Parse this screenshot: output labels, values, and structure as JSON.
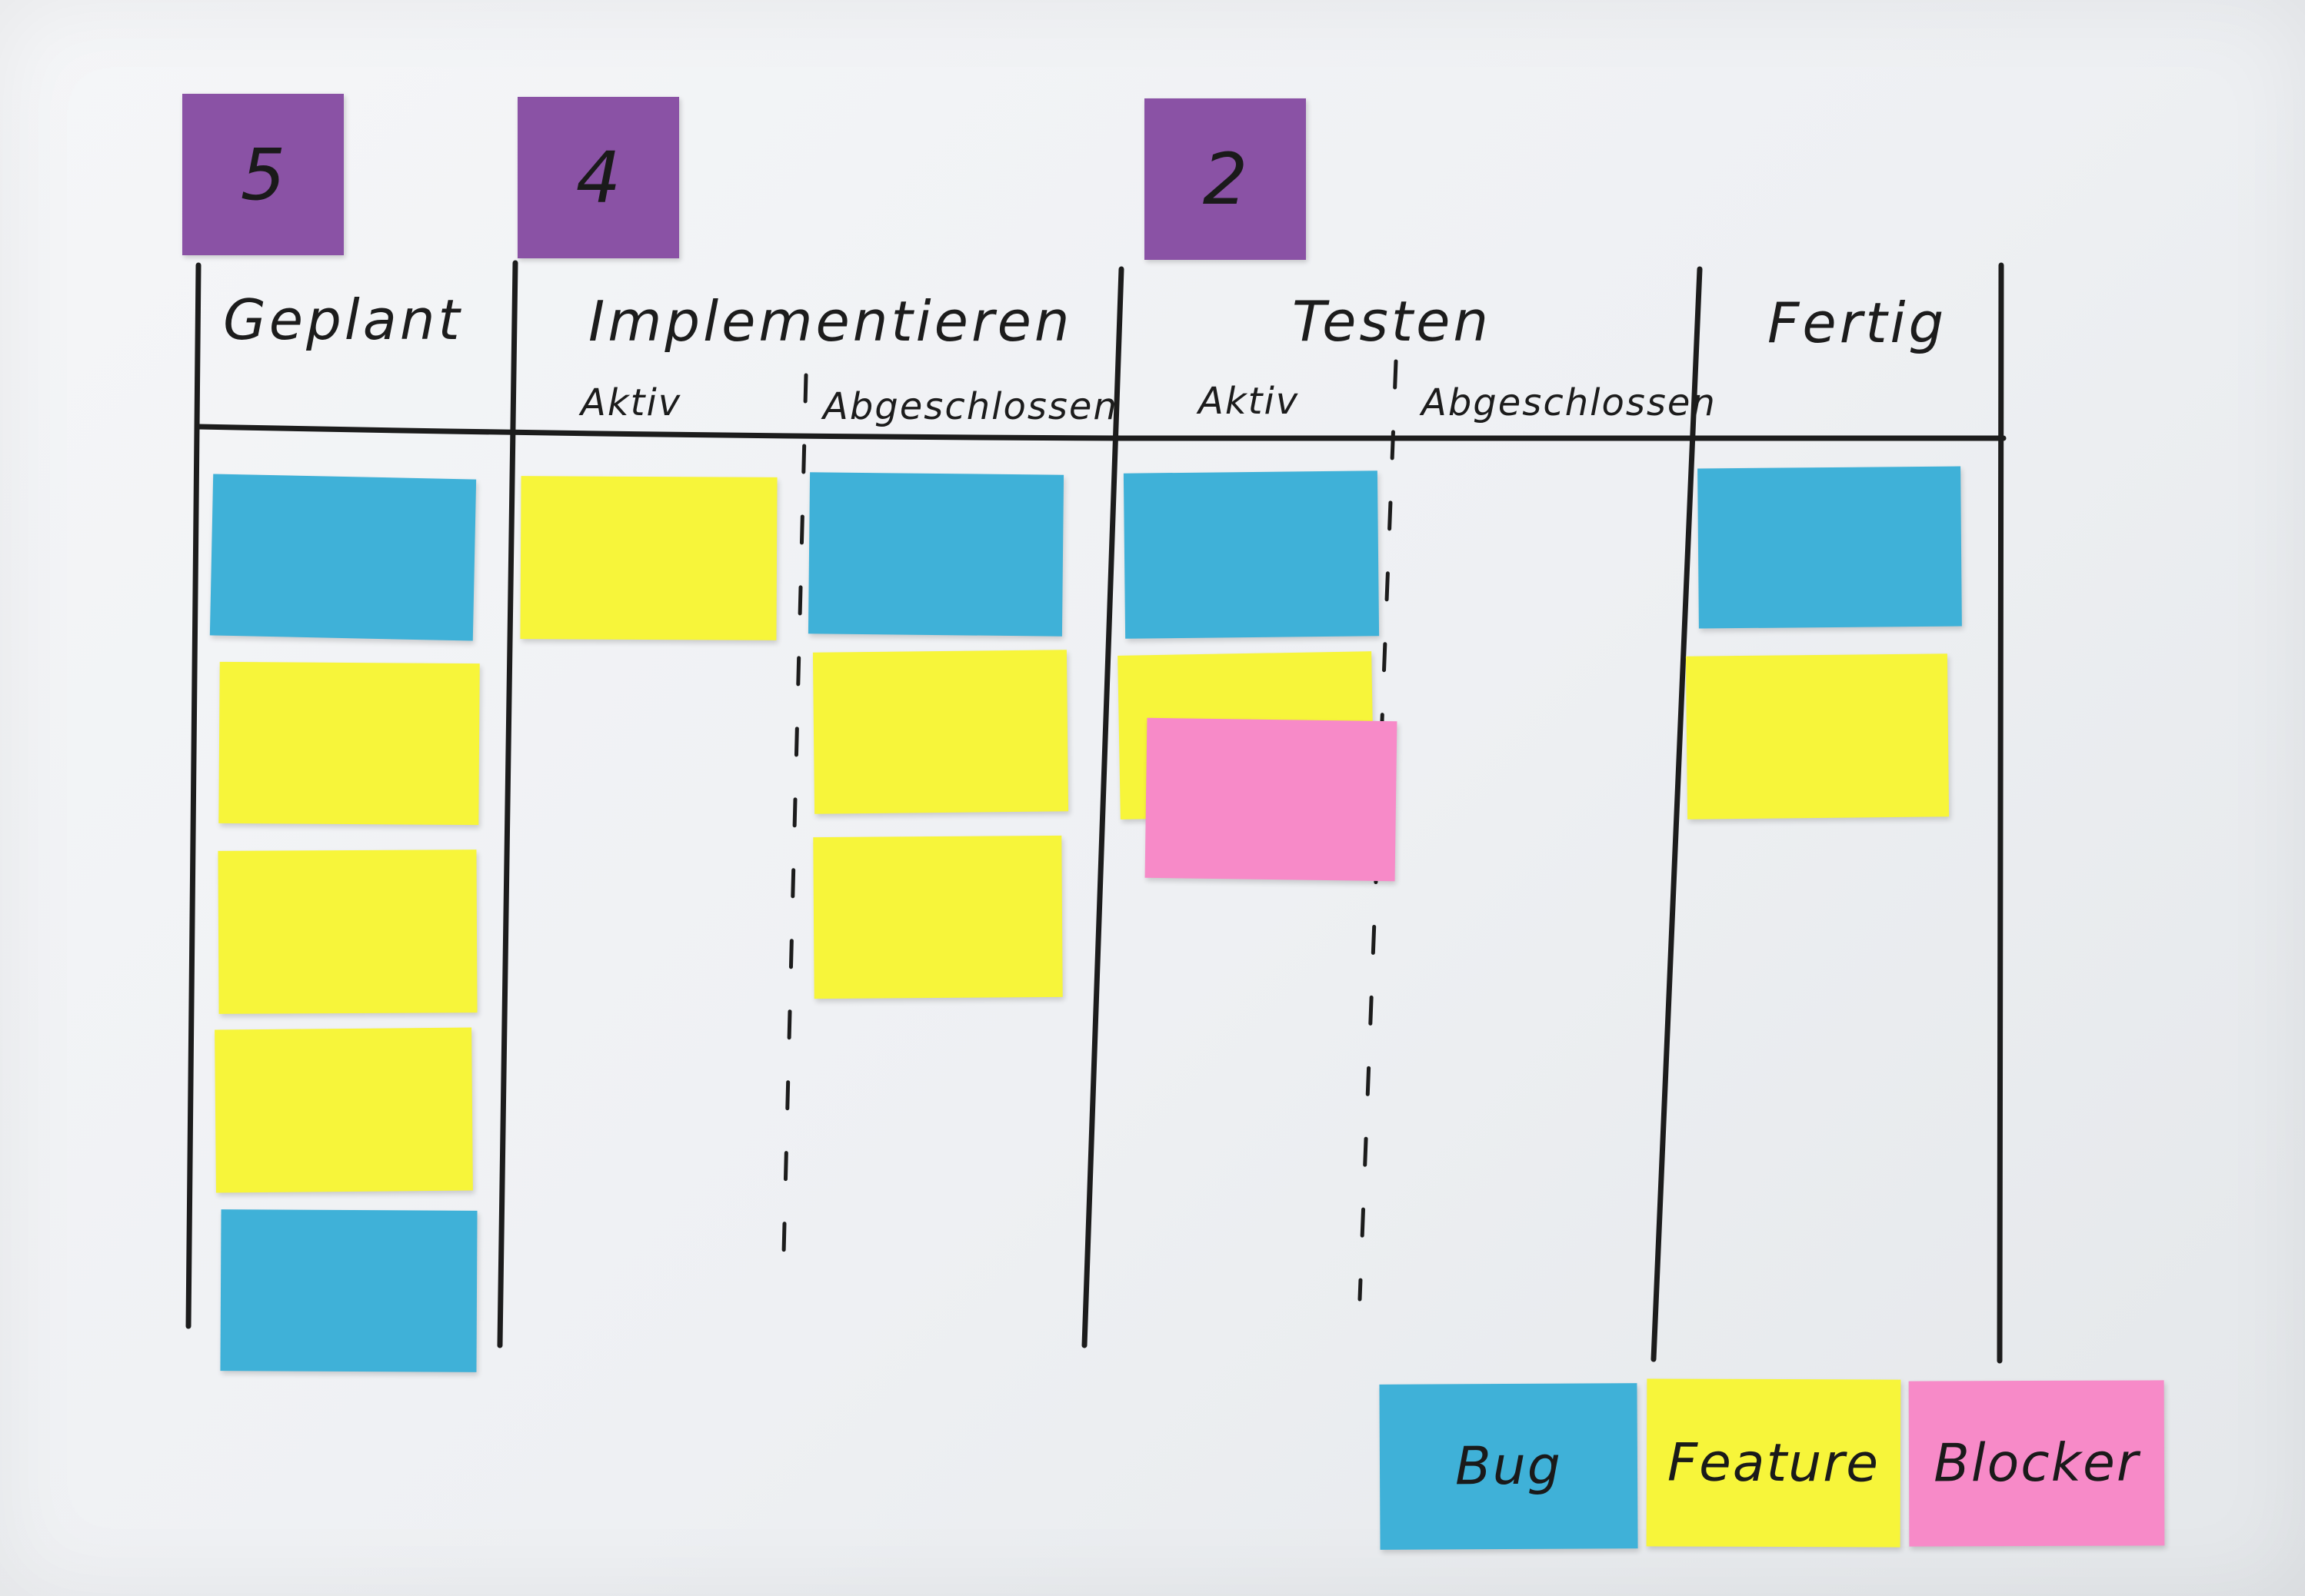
{
  "wip_limits": {
    "geplant": "5",
    "implementieren": "4",
    "testen": "2"
  },
  "columns": {
    "geplant": "Geplant",
    "implementieren": "Implementieren",
    "testen": "Testen",
    "fertig": "Fertig"
  },
  "subcolumns": {
    "impl_active": "Aktiv",
    "impl_done": "Abgeschlossen",
    "test_active": "Aktiv",
    "test_done": "Abgeschlossen"
  },
  "legend": {
    "bug": "Bug",
    "feature": "Feature",
    "blocker": "Blocker"
  },
  "colors": {
    "bug": "#3fb1d8",
    "feature": "#f7f53a",
    "blocker": "#f78ac8",
    "wip_card": "#8a52a5",
    "ink": "#1c1c1c"
  }
}
